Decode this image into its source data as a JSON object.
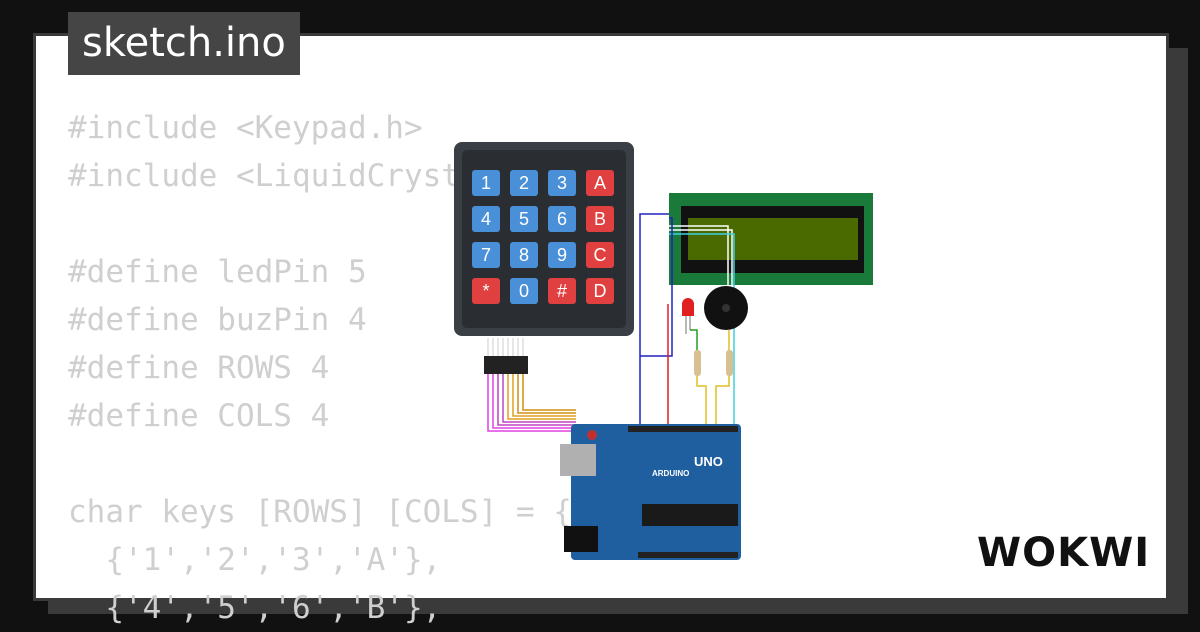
{
  "app": {
    "filename": "sketch.ino",
    "brand": "WOKWI"
  },
  "code_lines": [
    "#include <Keypad.h>",
    "#include <LiquidCrystal.h>",
    "",
    "#define ledPin 5",
    "#define buzPin 4",
    "#define ROWS 4",
    "#define COLS 4",
    "",
    "char keys [ROWS] [COLS] = {",
    "  {'1','2','3','A'},",
    "  {'4','5','6','B'},"
  ],
  "keypad": {
    "keys": [
      [
        "1",
        "2",
        "3",
        "A"
      ],
      [
        "4",
        "5",
        "6",
        "B"
      ],
      [
        "7",
        "8",
        "9",
        "C"
      ],
      [
        "*",
        "0",
        "#",
        "D"
      ]
    ],
    "digit_color": "#4a90d9",
    "letter_color": "#e04040"
  },
  "arduino": {
    "model": "UNO",
    "brand": "ARDUINO"
  },
  "colors": {
    "background": "#111111",
    "card": "#ffffff",
    "code_text": "#cfcfcf",
    "lcd_board": "#1a7a3a",
    "lcd_screen": "#4a6a00",
    "arduino_board": "#1f5fa0"
  }
}
